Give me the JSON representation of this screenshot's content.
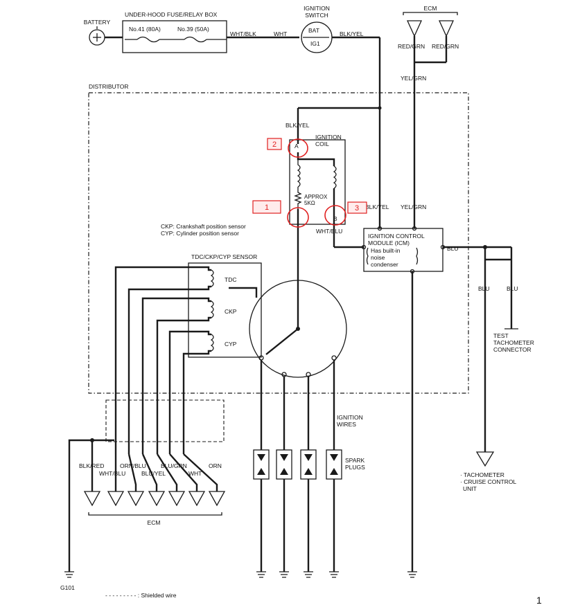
{
  "battery": {
    "label": "BATTERY"
  },
  "fuse_box": {
    "title": "UNDER-HOOD FUSE/RELAY BOX",
    "fuse1": "No.41 (80A)",
    "fuse2": "No.39 (50A)"
  },
  "ignition_switch": {
    "title_line1": "IGNITION",
    "title_line2": "SWITCH",
    "bat": "BAT",
    "ig1": "IG1"
  },
  "wires": {
    "wht_blk": "WHT/BLK",
    "wht": "WHT",
    "blk_yel_top": "BLK/YEL",
    "red_grn_1": "RED/GRN",
    "red_grn_2": "RED/GRN",
    "yel_grn_top": "YEL/GRN",
    "blk_yel_coil": "BLK/YEL",
    "blk_yel_icm": "BLK/YEL",
    "yel_grn_icm": "YEL/GRN",
    "wht_blu_coil": "WHT/BLU",
    "blu_main": "BLU",
    "blu_1": "BLU",
    "blu_2": "BLU"
  },
  "ecm_top": {
    "label": "ECM"
  },
  "distributor": {
    "label": "DISTRIBUTOR"
  },
  "ignition_coil": {
    "title_line1": "IGNITION",
    "title_line2": "COIL",
    "terminal_a": "A",
    "terminal_b": "B",
    "resistor_line1": "APPROX",
    "resistor_line2": "5KΩ"
  },
  "legend": {
    "ckp": "CKP: Crankshaft position sensor",
    "cyp": "CYP: Cylinder position sensor",
    "shielded": "- - - - - - - - - : Shielded wire"
  },
  "icm": {
    "line1": "IGNITION CONTROL",
    "line2": "MODULE (ICM)",
    "line3": "Has built-in",
    "line4": "noise",
    "line5": "condenser"
  },
  "sensor": {
    "title": "TDC/CKP/CYP SENSOR",
    "tdc": "TDC",
    "ckp": "CKP",
    "cyp": "CYP"
  },
  "test_connector": {
    "line1": "TEST",
    "line2": "TACHOMETER",
    "line3": "CONNECTOR"
  },
  "ignition_wires": {
    "line1": "IGNITION",
    "line2": "WIRES"
  },
  "spark_plugs": {
    "line1": "SPARK",
    "line2": "PLUGS"
  },
  "tachometer": {
    "line1": "· TACHOMETER",
    "line2": "· CRUISE CONTROL",
    "line3": "UNIT"
  },
  "ecm_bottom": {
    "label": "ECM",
    "wire_labels_row1": [
      "BLK/RED",
      "ORN/BLU",
      "BLU/GRN",
      "ORN"
    ],
    "wire_labels_row2": [
      "WHT/BLU",
      "BLU/YEL",
      "WHT"
    ]
  },
  "ground": {
    "label": "G101"
  },
  "annotations": [
    {
      "tag": "1"
    },
    {
      "tag": "2"
    },
    {
      "tag": "3"
    }
  ],
  "page_number": "1"
}
